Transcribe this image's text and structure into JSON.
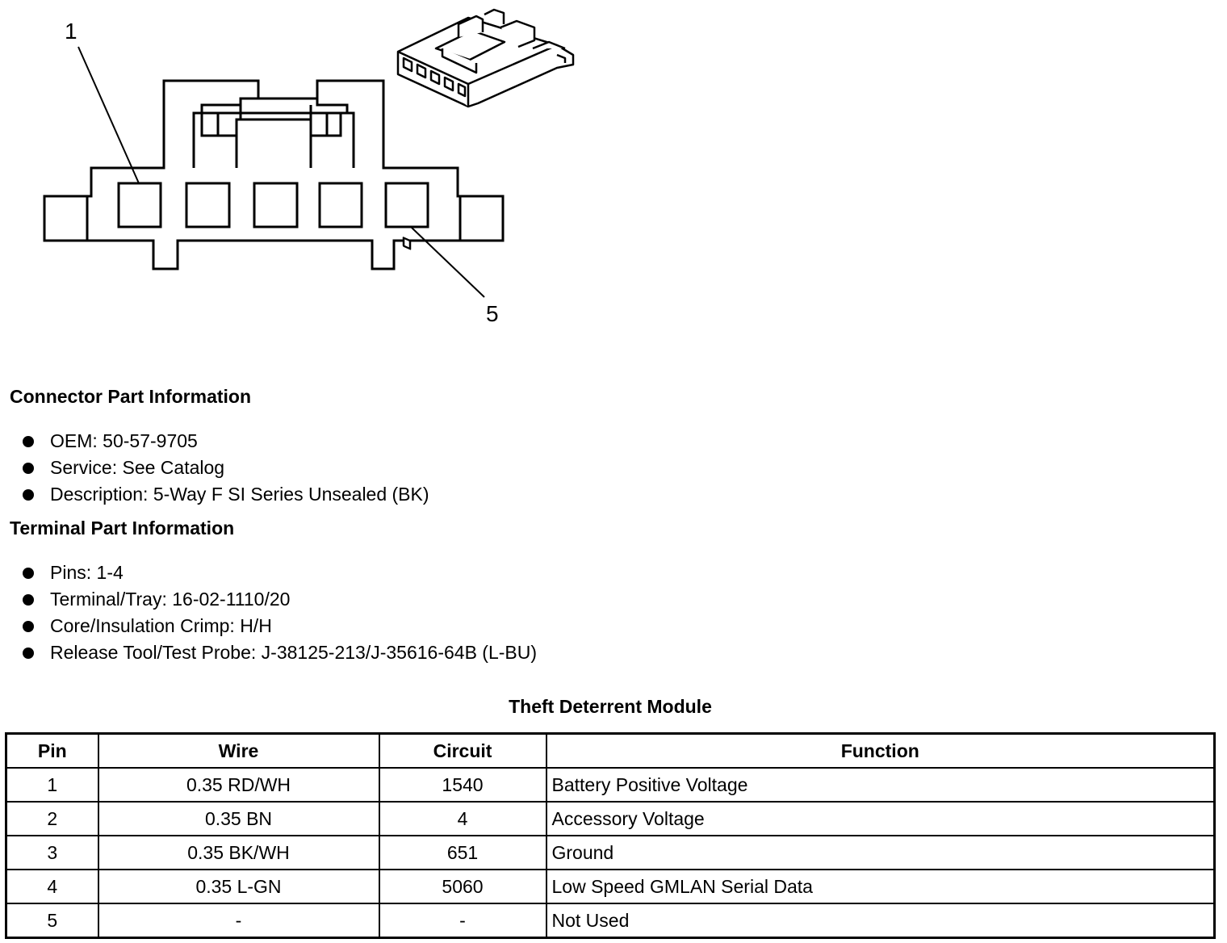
{
  "diagram": {
    "callout_1": "1",
    "callout_5": "5"
  },
  "connector_info": {
    "heading": "Connector Part Information",
    "items": [
      "OEM: 50-57-9705",
      "Service: See Catalog",
      "Description: 5-Way F SI Series Unsealed (BK)"
    ]
  },
  "terminal_info": {
    "heading": "Terminal Part Information",
    "items": [
      "Pins: 1-4",
      "Terminal/Tray: 16-02-1110/20",
      "Core/Insulation Crimp: H/H",
      "Release Tool/Test Probe: J-38125-213/J-35616-64B (L-BU)"
    ]
  },
  "table": {
    "title": "Theft Deterrent Module",
    "headers": [
      "Pin",
      "Wire",
      "Circuit",
      "Function"
    ],
    "rows": [
      [
        "1",
        "0.35 RD/WH",
        "1540",
        "Battery Positive Voltage"
      ],
      [
        "2",
        "0.35 BN",
        "4",
        "Accessory Voltage"
      ],
      [
        "3",
        "0.35 BK/WH",
        "651",
        "Ground"
      ],
      [
        "4",
        "0.35 L-GN",
        "5060",
        "Low Speed GMLAN Serial Data"
      ],
      [
        "5",
        "-",
        "-",
        "Not Used"
      ]
    ]
  }
}
